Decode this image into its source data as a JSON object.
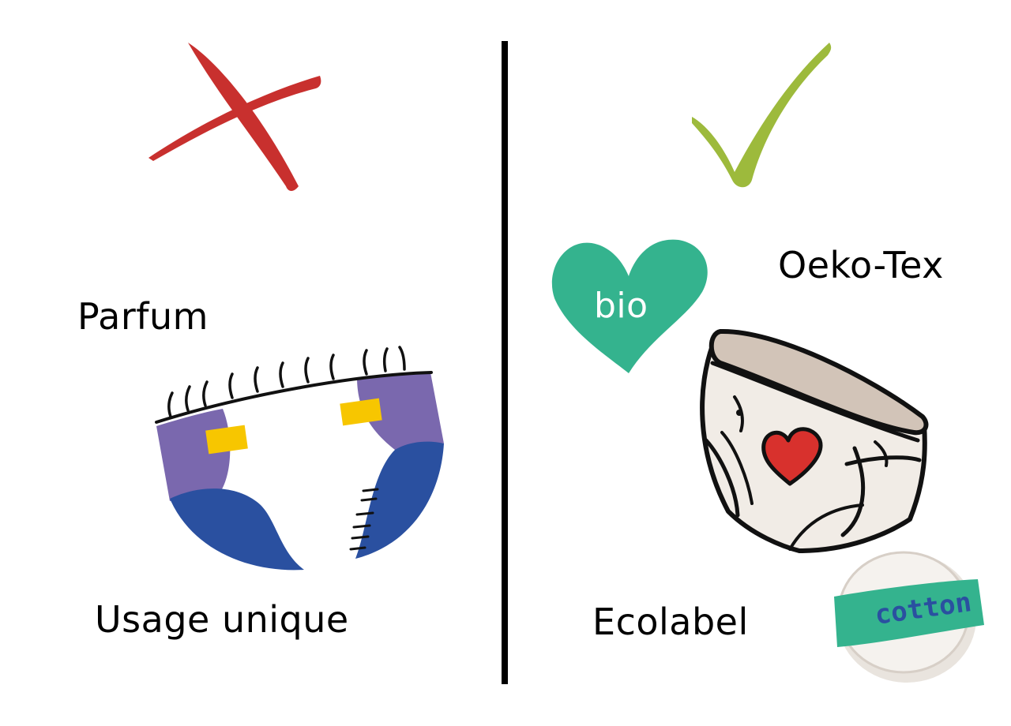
{
  "left": {
    "marker": "cross-icon",
    "labels": {
      "parfum": "Parfum",
      "usage_unique": "Usage unique"
    }
  },
  "right": {
    "marker": "checkmark-icon",
    "labels": {
      "oeko_tex": "Oeko-Tex",
      "ecolabel": "Ecolabel"
    },
    "heart_badge_text": "bio",
    "cotton_pad_text": "cotton"
  },
  "colors": {
    "cross": "#c8302e",
    "check": "#9dba3c",
    "heart": "#34b38e",
    "diaper_purple": "#7a68ae",
    "diaper_blue": "#2a50a0",
    "tab_yellow": "#f7c600",
    "divider": "#000000"
  }
}
